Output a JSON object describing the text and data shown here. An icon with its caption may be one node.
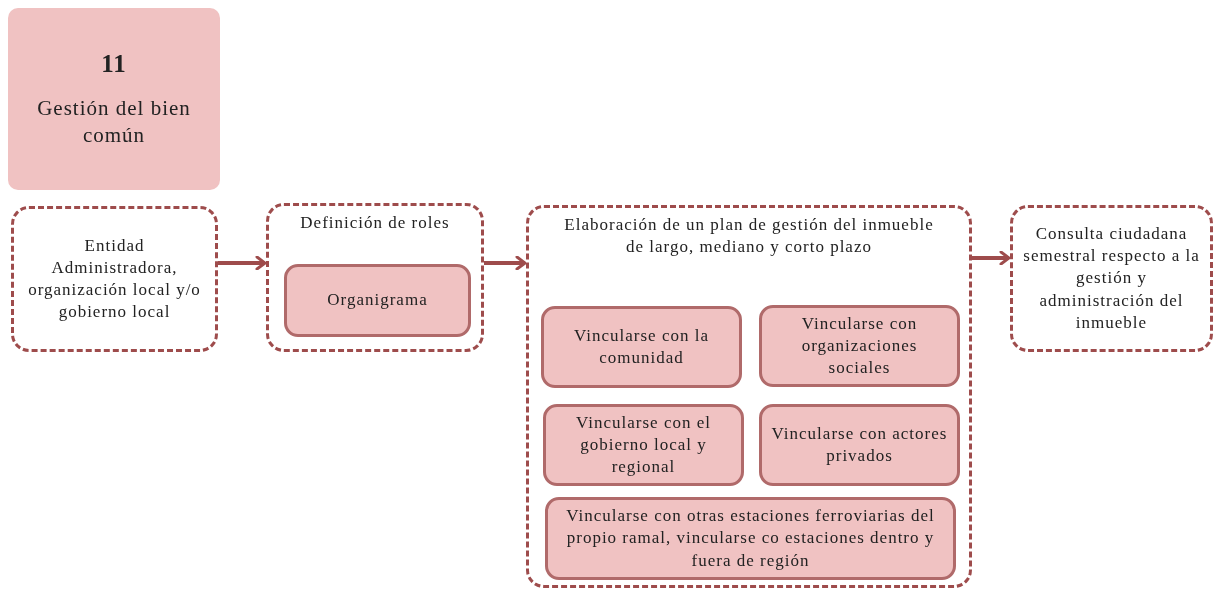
{
  "diagram": {
    "nodes": [
      {
        "text": [
          "11",
          "Gestión del bien común"
        ]
      },
      {
        "text": [
          "Entidad Administradora, organización local y/o gobierno local"
        ]
      },
      {
        "text": [
          "Definición de roles"
        ]
      },
      {
        "text": [
          "Organigrama"
        ],
        "in": 2
      },
      {
        "text": [
          "Elaboración de un plan de gestión del inmueble de largo, mediano y corto plazo"
        ]
      },
      {
        "text": [
          "Vincularse con la comunidad"
        ],
        "in": 4
      },
      {
        "text": [
          "Vincularse con organizaciones sociales"
        ],
        "in": 4
      },
      {
        "text": [
          "Vincularse con el gobierno local y regional"
        ],
        "in": 4
      },
      {
        "text": [
          "Vincularse con actores privados"
        ],
        "in": 4
      },
      {
        "text": [
          "Vincularse con otras estaciones ferroviarias del propio ramal, vincularse co estaciones dentro y fuera de región"
        ],
        "in": 4
      },
      {
        "text": [
          "Consulta ciudadana semestral respecto a la gestión y administración del inmueble"
        ]
      }
    ],
    "edges": [
      {
        "from": 1,
        "to": 2,
        "arrow": "to"
      },
      {
        "from": 2,
        "to": 4,
        "arrow": "to"
      },
      {
        "from": 4,
        "to": 10,
        "arrow": "to"
      }
    ]
  }
}
